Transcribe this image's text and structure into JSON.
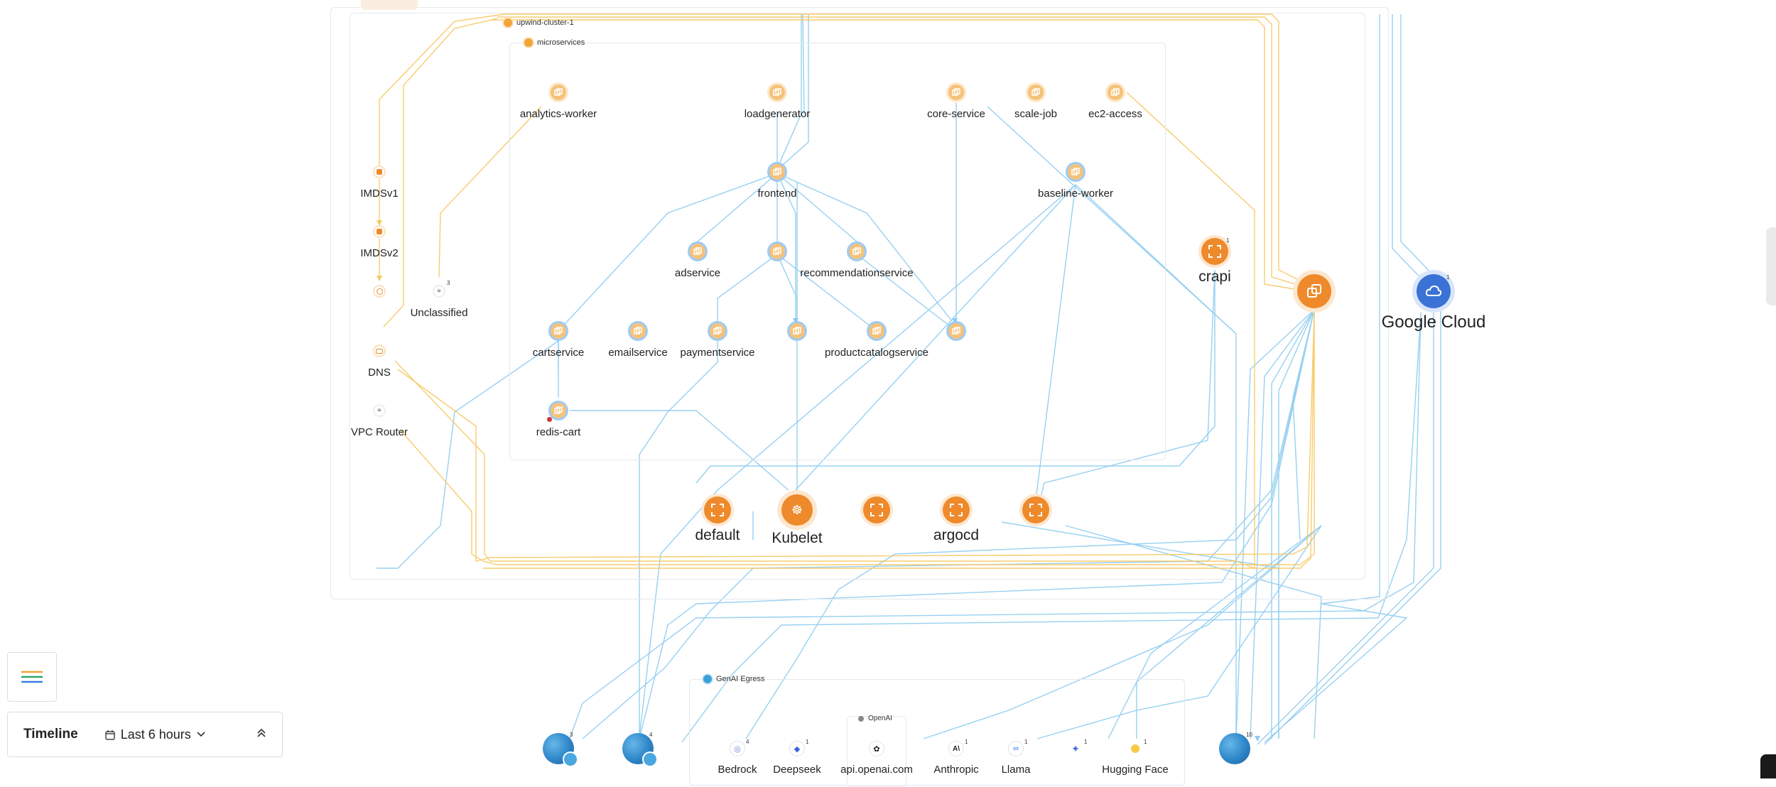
{
  "colors": {
    "accent_orange": "#ee8a2b",
    "pod_orange": "#f5c27a",
    "google_blue": "#3a72d6",
    "edge_blue": "#8ccbf0",
    "edge_yellow": "#f7c75e",
    "frame_border": "#e6e8ec"
  },
  "clusters": {
    "cluster_label": "upwind-cluster-1",
    "namespace_label": "microservices",
    "genai_label": "GenAI Egress",
    "openai_group_label": "OpenAI"
  },
  "nodes": {
    "analytics_worker": "analytics-worker",
    "loadgenerator": "loadgenerator",
    "core_service": "core-service",
    "scale_job": "scale-job",
    "ec2_access": "ec2-access",
    "frontend": "frontend",
    "baseline_worker": "baseline-worker",
    "adservice": "adservice",
    "recommendationservice": "recommendationservice",
    "cartservice": "cartservice",
    "emailservice": "emailservice",
    "paymentservice": "paymentservice",
    "productcatalogservice": "productcatalogservice",
    "redis_cart": "redis-cart",
    "imdsv1": "IMDSv1",
    "imdsv2": "IMDSv2",
    "unclassified": "Unclassified",
    "dns": "DNS",
    "vpc_router": "VPC Router",
    "crapi": "crapi",
    "google_cloud": "Google Cloud",
    "default": "default",
    "kubelet": "Kubelet",
    "argocd": "argocd"
  },
  "genai": {
    "bedrock": "Bedrock",
    "deepseek": "Deepseek",
    "openai_api": "api.openai.com",
    "anthropic": "Anthropic",
    "llama": "Llama",
    "hugging_face": "Hugging Face"
  },
  "badges": {
    "unclassified": "3",
    "google_cloud": "1",
    "crapi": "1",
    "globe_1": "3",
    "globe_2": "4",
    "globe_3": "10",
    "bedrock": "4",
    "deepseek": "1",
    "anthropic": "1",
    "llama": "1",
    "gemini": "1",
    "hugging_face": "1"
  },
  "timeline": {
    "label": "Timeline",
    "range": "Last 6 hours"
  },
  "icons": {
    "legend": "legend-lines-icon",
    "calendar": "calendar-icon",
    "chevron": "chevron-down-icon",
    "collapse": "double-chevron-up-icon"
  }
}
